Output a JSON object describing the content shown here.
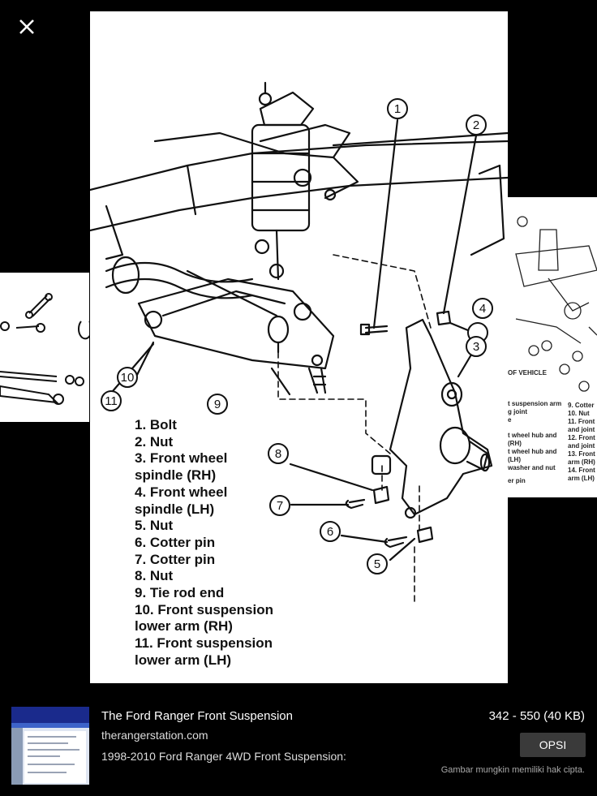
{
  "viewer": {
    "close_icon": "close-icon",
    "legend": [
      "1. Bolt",
      "2. Nut",
      "3. Front wheel",
      "spindle (RH)",
      "4. Front wheel",
      "spindle (LH)",
      "5. Nut",
      "6. Cotter pin",
      "7. Cotter pin",
      "8. Nut",
      "9. Tie rod end",
      "10. Front suspension",
      "lower arm (RH)",
      "11. Front suspension",
      "lower arm (LH)"
    ],
    "callouts": [
      "1",
      "2",
      "3",
      "4",
      "5",
      "6",
      "7",
      "8",
      "9",
      "10",
      "11"
    ]
  },
  "result": {
    "title": "The Ford Ranger Front Suspension",
    "site": "therangerstation.com",
    "description": "1998-2010 Ford Ranger 4WD Front Suspension:",
    "size": "342 - 550 (40 KB)",
    "options_label": "OPSI",
    "copyright_note": "Gambar mungkin memiliki hak cipta."
  }
}
